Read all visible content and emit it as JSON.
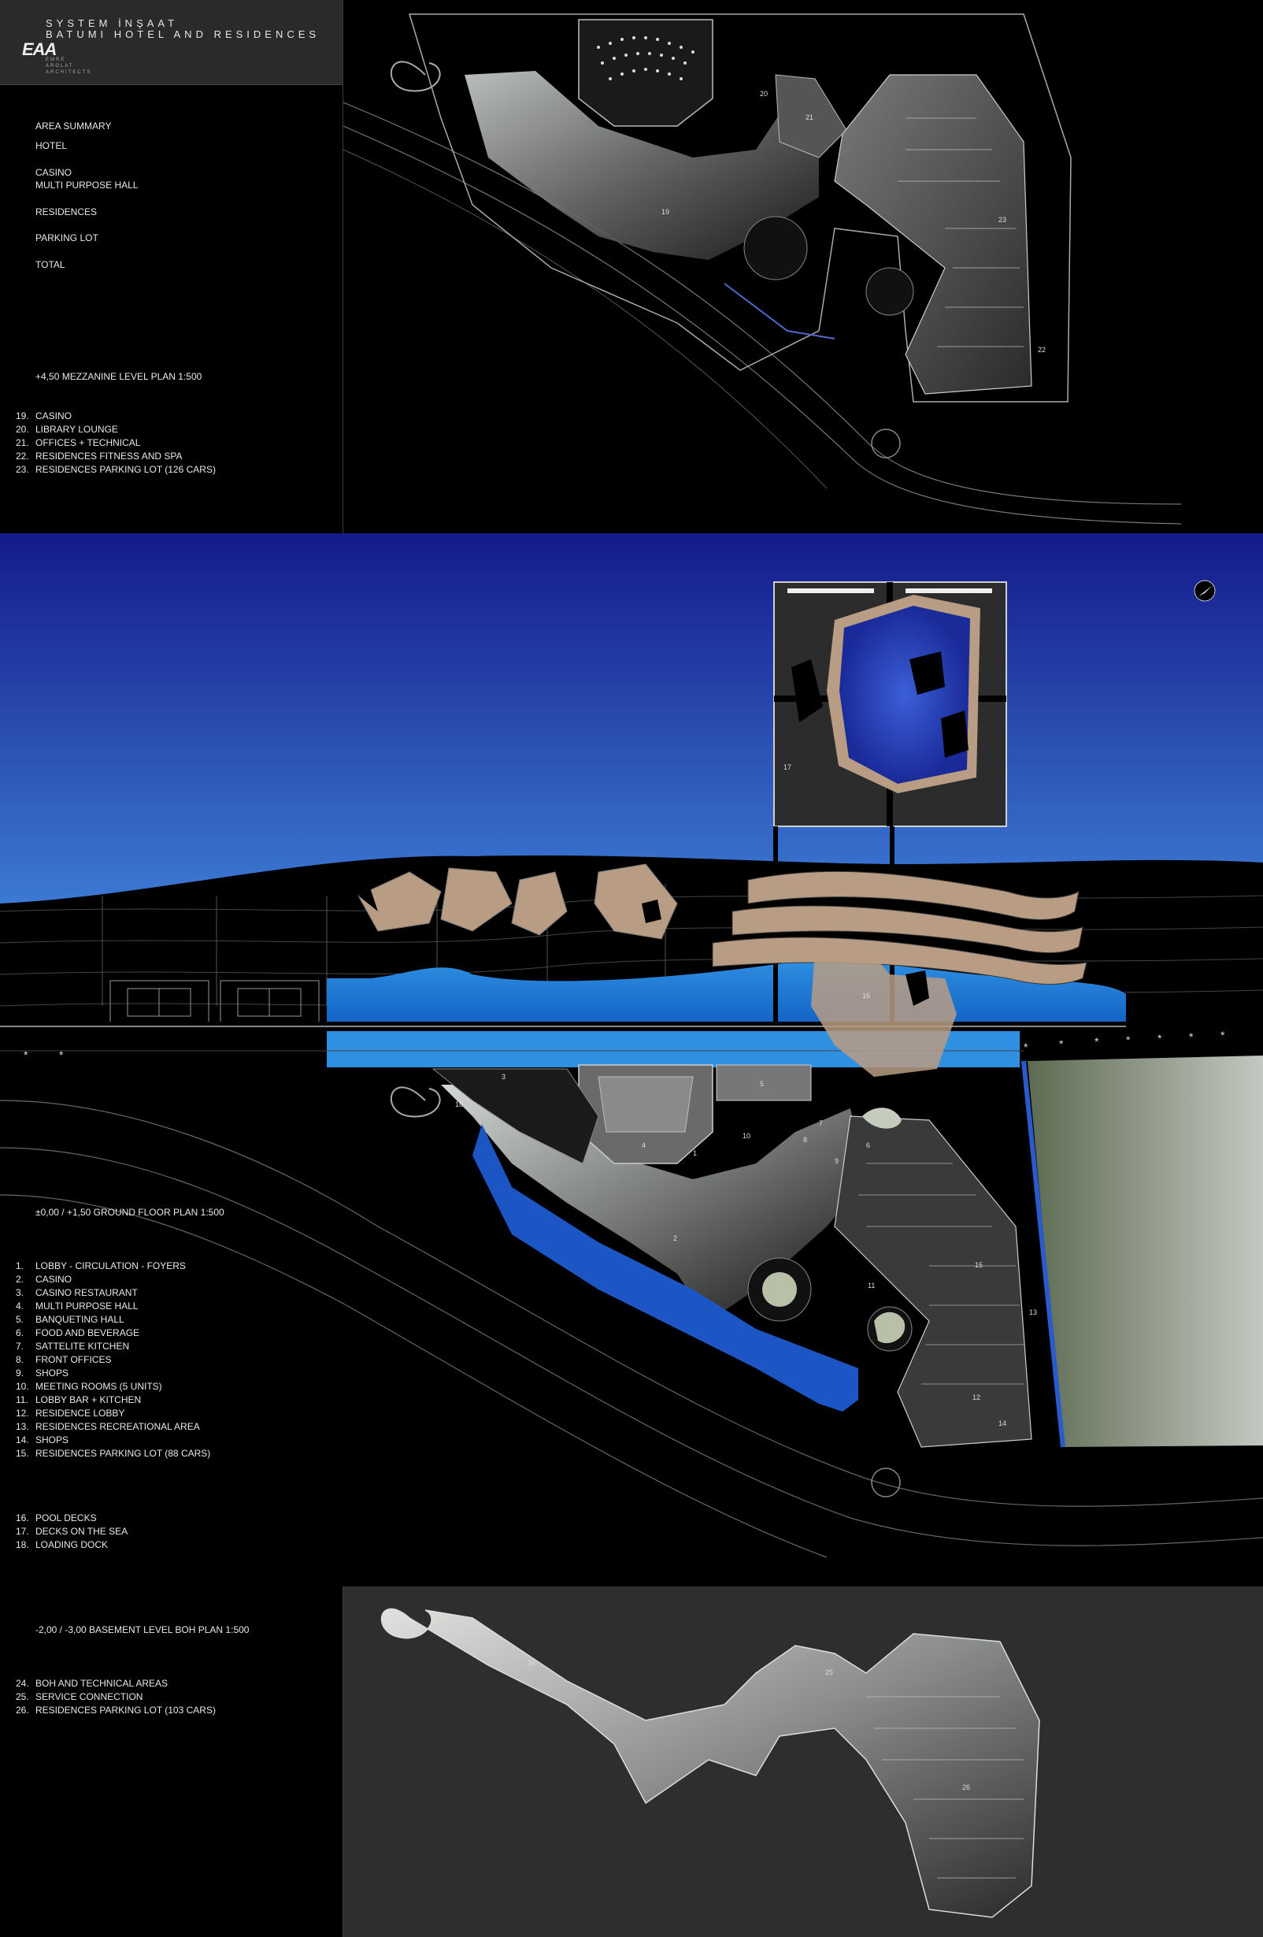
{
  "title_block": {
    "client": "SYSTEM İNŞAAT",
    "project": "BATUMI HOTEL AND RESIDENCES",
    "logo": "EAA",
    "logo_subtitle": "EMRE AROLAT ARCHITECTS"
  },
  "area_summary": {
    "heading": "AREA SUMMARY",
    "rows": [
      "HOTEL",
      "CASINO",
      "MULTI PURPOSE HALL",
      "RESIDENCES",
      "PARKING LOT",
      "TOTAL"
    ]
  },
  "mezzanine": {
    "title": "+4,50 MEZZANINE LEVEL PLAN  1:500",
    "legend": [
      {
        "num": "19.",
        "text": "CASINO"
      },
      {
        "num": "20.",
        "text": "LIBRARY LOUNGE"
      },
      {
        "num": "21.",
        "text": "OFFICES + TECHNICAL"
      },
      {
        "num": "22.",
        "text": "RESIDENCES FITNESS AND SPA"
      },
      {
        "num": "23.",
        "text": "RESIDENCES PARKING LOT  (126 CARS)"
      }
    ],
    "plan_tags": [
      "19",
      "20",
      "21",
      "22",
      "23"
    ]
  },
  "ground": {
    "title": "±0,00 / +1,50  GROUND FLOOR PLAN  1:500",
    "legend": [
      {
        "num": "1.",
        "text": "LOBBY - CIRCULATION - FOYERS"
      },
      {
        "num": "2.",
        "text": "CASINO"
      },
      {
        "num": "3.",
        "text": "CASINO RESTAURANT"
      },
      {
        "num": "4.",
        "text": "MULTI PURPOSE HALL"
      },
      {
        "num": "5.",
        "text": "BANQUETING HALL"
      },
      {
        "num": "6.",
        "text": "FOOD AND BEVERAGE"
      },
      {
        "num": "7.",
        "text": "SATTELITE KITCHEN"
      },
      {
        "num": "8.",
        "text": "FRONT OFFICES"
      },
      {
        "num": "9.",
        "text": "SHOPS"
      },
      {
        "num": "10.",
        "text": "MEETING ROOMS (5 UNITS)"
      },
      {
        "num": "11.",
        "text": "LOBBY BAR + KITCHEN"
      },
      {
        "num": "12.",
        "text": "RESIDENCE LOBBY"
      },
      {
        "num": "13.",
        "text": "RESIDENCES RECREATIONAL AREA"
      },
      {
        "num": "14.",
        "text": "SHOPS"
      },
      {
        "num": "15.",
        "text": "RESIDENCES PARKING LOT (88 CARS)"
      }
    ],
    "legend2": [
      {
        "num": "16.",
        "text": "POOL DECKS"
      },
      {
        "num": "17.",
        "text": "DECKS ON THE SEA"
      },
      {
        "num": "18.",
        "text": "LOADING DOCK"
      }
    ],
    "plan_tags": [
      "1",
      "2",
      "3",
      "4",
      "5",
      "6",
      "7",
      "8",
      "9",
      "10",
      "11",
      "12",
      "13",
      "14",
      "15",
      "16",
      "17",
      "18"
    ]
  },
  "basement": {
    "title": "-2,00 / -3,00  BASEMENT LEVEL BOH PLAN  1:500",
    "legend": [
      {
        "num": "24.",
        "text": "BOH AND TECHNICAL AREAS"
      },
      {
        "num": "25.",
        "text": "SERVICE CONNECTION"
      },
      {
        "num": "26.",
        "text": "RESIDENCES PARKING LOT (103 CARS)"
      }
    ],
    "plan_tags": [
      "24",
      "25",
      "26"
    ]
  },
  "colors": {
    "background": "#000000",
    "sea_top": "#1a1f8c",
    "sea_bottom": "#3a73d0",
    "pool": "#2f8fe0",
    "deck": "#b89c84",
    "lawn": "#6f7d62",
    "basement_panel": "#2e2e2e"
  }
}
